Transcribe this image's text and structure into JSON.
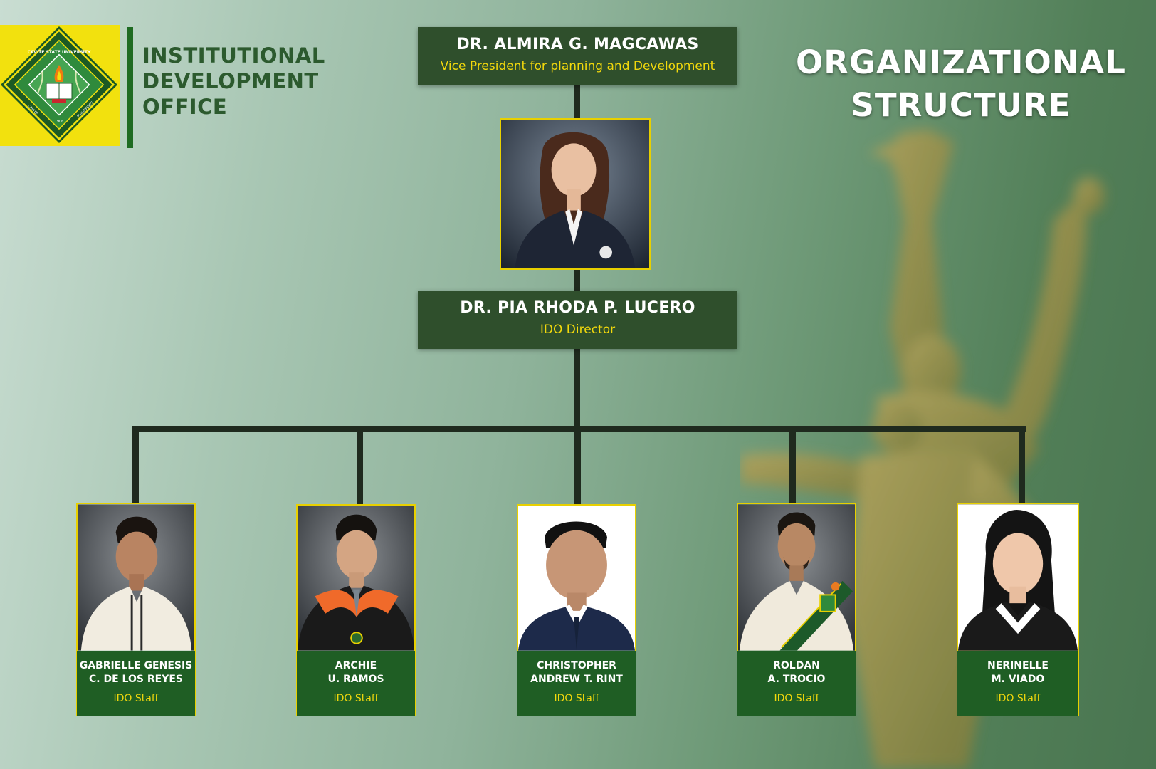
{
  "office": {
    "line1": "INSTITUTIONAL",
    "line2": "DEVELOPMENT",
    "line3": "OFFICE"
  },
  "seal": {
    "ring_top": "CAVITE STATE UNIVERSITY",
    "ring_left": "CAVITE",
    "ring_right": "PHILIPPINES",
    "year": "1906"
  },
  "title": {
    "line1": "ORGANIZATIONAL",
    "line2": "STRUCTURE"
  },
  "vp": {
    "name": "DR. ALMIRA G. MAGCAWAS",
    "role": "Vice President for planning and Development"
  },
  "director": {
    "name": "DR. PIA RHODA P. LUCERO",
    "role": "IDO Director"
  },
  "staff": [
    {
      "name_line1": "GABRIELLE GENESIS",
      "name_line2": "C. DE LOS REYES",
      "role": "IDO Staff"
    },
    {
      "name_line1": "ARCHIE",
      "name_line2": "U. RAMOS",
      "role": "IDO Staff"
    },
    {
      "name_line1": "CHRISTOPHER",
      "name_line2": "ANDREW T. RINT",
      "role": "IDO Staff"
    },
    {
      "name_line1": "ROLDAN",
      "name_line2": "A. TROCIO",
      "role": "IDO Staff"
    },
    {
      "name_line1": "NERINELLE",
      "name_line2": "M. VIADO",
      "role": "IDO Staff"
    }
  ],
  "colors": {
    "box_green": "#2f4f2c",
    "label_green": "#1f5e24",
    "accent_yellow": "#f2d80c",
    "logo_yellow": "#f2e10e"
  }
}
